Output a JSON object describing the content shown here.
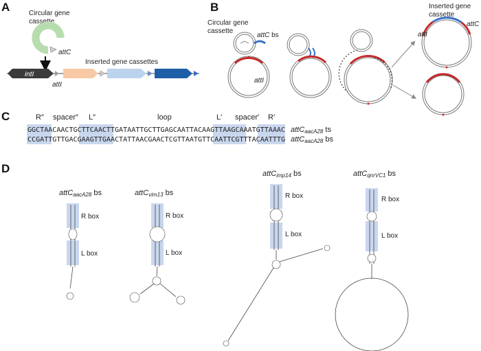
{
  "panels": {
    "a": "A",
    "b": "B",
    "c": "C",
    "d": "D"
  },
  "panel_a": {
    "circular_label_1": "Circular gene",
    "circular_label_2": "cassette",
    "attc": "attC",
    "inserted_label": "Inserted gene cassettes",
    "intl": "intI",
    "atti": "attI"
  },
  "panel_b": {
    "circular_label_1": "Circular gene",
    "circular_label_2": "cassette",
    "attc_bs": "attC",
    "bs_suffix": " bs",
    "atti": "attI",
    "inserted_label_1": "Inserted gene",
    "inserted_label_2": "cassette",
    "right_atti": "attI",
    "right_attc": "attC"
  },
  "panel_c": {
    "headers": [
      "R″",
      "spacer″",
      "L″",
      "loop",
      "L′",
      "spacer′",
      "R′"
    ],
    "top_seq": "GGCTAACAACTGCTTCAACTTGATAATTGCTTGAGCAATTACAAGTTAAGCAAATGTTAAAC",
    "bottom_seq": "CCGATTGTTGACGAAGTTGAACTATTAACGAACTCGTTAATGTTCAATTCGTTTACAATTTG",
    "top_name": "attC",
    "top_sub": "aacA28",
    "top_suffix": " ts",
    "bottom_name": "attC",
    "bottom_sub": "aacA28",
    "bottom_suffix": " bs"
  },
  "panel_d": {
    "structures": [
      {
        "name": "attC",
        "sub": "aacA28",
        "suffix": " bs",
        "r_box": "R box",
        "l_box": "L box"
      },
      {
        "name": "attC",
        "sub": "vim13",
        "suffix": " bs",
        "r_box": "R box",
        "l_box": "L box"
      },
      {
        "name": "attC",
        "sub": "imp14",
        "suffix": " bs",
        "r_box": "R box",
        "l_box": "L box"
      },
      {
        "name": "attC",
        "sub": "qnrVC1",
        "suffix": " bs",
        "r_box": "R box",
        "l_box": "L box"
      }
    ]
  },
  "colors": {
    "box_highlight": "#c9d7ee",
    "attI_red": "#c62828",
    "attC_blue": "#3a6fc4",
    "intI_gene": "#3b3b3b",
    "cassette_peach": "#f7c9a6",
    "cassette_lightblue": "#bcd3ee",
    "cassette_darkblue": "#1f5fa8",
    "circle_green": "#b7dcae"
  }
}
